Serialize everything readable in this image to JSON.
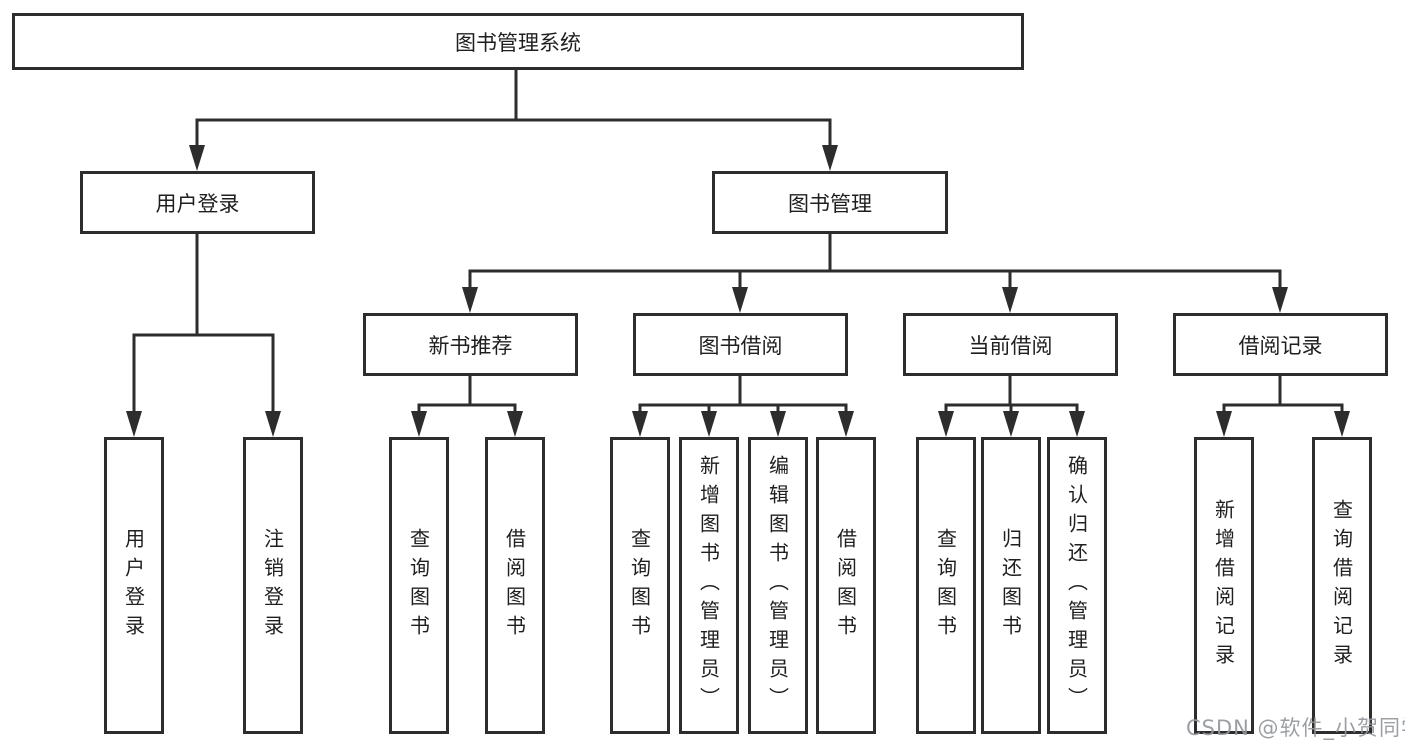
{
  "diagram": {
    "root": {
      "label": "图书管理系统"
    },
    "children": [
      {
        "label": "用户登录",
        "children": [
          {
            "label": "用户登录"
          },
          {
            "label": "注销登录"
          }
        ]
      },
      {
        "label": "图书管理",
        "children": [
          {
            "label": "新书推荐",
            "children": [
              {
                "label": "查询图书"
              },
              {
                "label": "借阅图书"
              }
            ]
          },
          {
            "label": "图书借阅",
            "children": [
              {
                "label": "查询图书"
              },
              {
                "label": "新增图书（管理员）"
              },
              {
                "label": "编辑图书（管理员）"
              },
              {
                "label": "借阅图书"
              }
            ]
          },
          {
            "label": "当前借阅",
            "children": [
              {
                "label": "查询图书"
              },
              {
                "label": "归还图书"
              },
              {
                "label": "确认归还（管理员）"
              }
            ]
          },
          {
            "label": "借阅记录",
            "children": [
              {
                "label": "新增借阅记录"
              },
              {
                "label": "查询借阅记录"
              }
            ]
          }
        ]
      }
    ]
  },
  "watermark": "CSDN @软件_小贺同学",
  "colors": {
    "line": "#2d2d2d",
    "text": "#1f1f1f",
    "background": "#ffffff",
    "watermark": "#94979b"
  }
}
